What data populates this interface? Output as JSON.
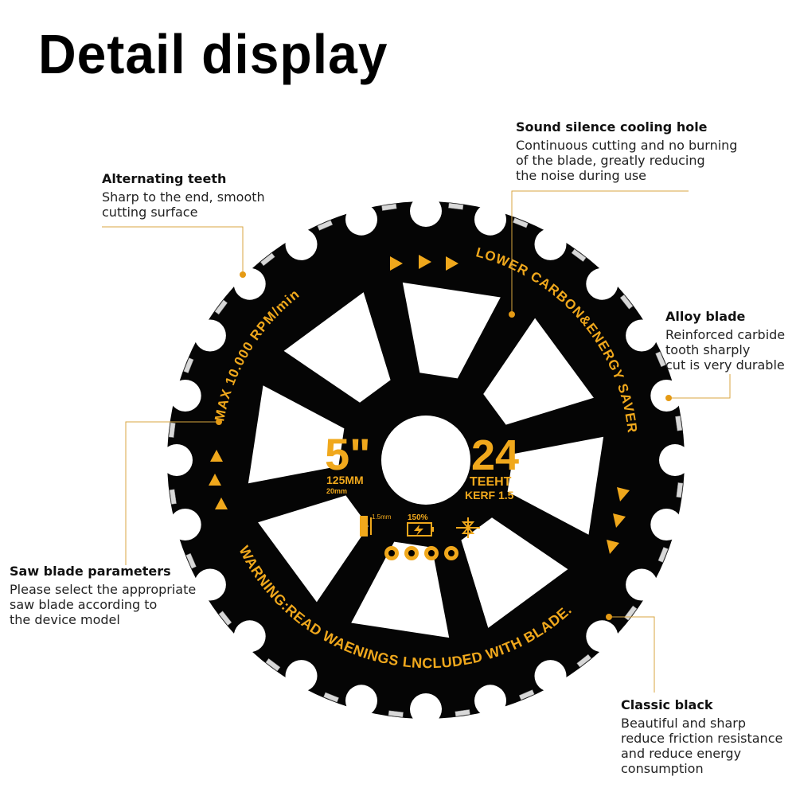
{
  "title": "Detail display",
  "accent_color": "#f0a81c",
  "callouts": [
    {
      "key": "cooling",
      "heading": "Sound silence cooling hole",
      "lines": [
        "Continuous cutting and no burning",
        "of the blade, greatly reducing",
        "the noise during use"
      ]
    },
    {
      "key": "teeth",
      "heading": "Alternating teeth",
      "lines": [
        "Sharp to the end, smooth",
        "cutting surface"
      ]
    },
    {
      "key": "alloy",
      "heading": "Alloy blade",
      "lines": [
        "Reinforced carbide",
        "tooth sharply",
        "cut is very durable"
      ]
    },
    {
      "key": "params",
      "heading": "Saw blade parameters",
      "lines": [
        "Please select the appropriate",
        "saw blade according to",
        "the device model"
      ]
    },
    {
      "key": "black",
      "heading": "Classic black",
      "lines": [
        "Beautiful and sharp",
        "reduce friction resistance",
        "and reduce energy",
        "consumption"
      ]
    }
  ],
  "blade": {
    "teeth": 24,
    "size": "5\"",
    "size_mm": "125MM",
    "bore": "20mm",
    "teeth_count": "24",
    "teeth_label": "TEEHT",
    "kerf": "KERF 1.5",
    "kerf_mm": "1.5mm",
    "efficiency": "150%",
    "text_rpm": "MAX 10.000 RPM/min",
    "text_energy": "LOWER CARBON&ENERGY SAVER",
    "text_warning": "WARNING:READ WAENINGS LNCLUDED WITH BLADE."
  }
}
